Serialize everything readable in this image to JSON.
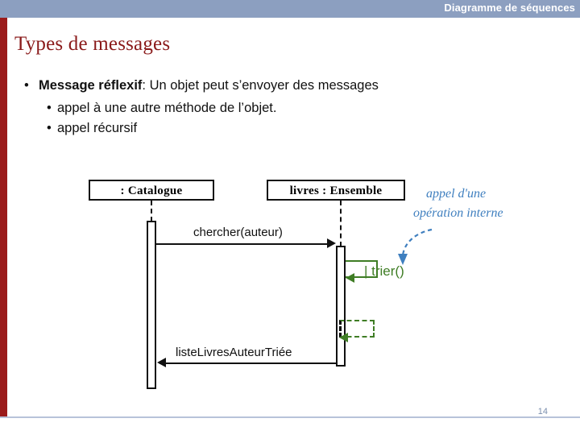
{
  "header": {
    "title": "Diagramme de séquences"
  },
  "slide": {
    "title": "Types de messages",
    "bullets": [
      {
        "level": 1,
        "marker": "•",
        "text_bold": "Message réflexif",
        "text": ": Un objet peut s’envoyer des messages"
      },
      {
        "level": 2,
        "marker": "•",
        "text": "appel à une autre méthode de l’objet."
      },
      {
        "level": 2,
        "marker": "•",
        "text": "appel récursif"
      }
    ]
  },
  "diagram": {
    "lifelines": [
      {
        "id": "catalogue",
        "label": ": Catalogue"
      },
      {
        "id": "livres",
        "label": "livres : Ensemble"
      }
    ],
    "messages": [
      {
        "id": "chercher",
        "label": "chercher(auteur)",
        "direction": "right"
      },
      {
        "id": "trier",
        "label": "trier()",
        "direction": "self",
        "color": "#3f7d25"
      },
      {
        "id": "retour-interne",
        "label": "",
        "direction": "self-return",
        "color": "#3f7d25"
      },
      {
        "id": "liste",
        "label": "listeLivresAuteurTriée",
        "direction": "left"
      }
    ],
    "annotation": {
      "line1": "appel d'une",
      "line2": "opération interne",
      "color": "#3f7fbf"
    }
  },
  "footer": {
    "page_number": "14"
  },
  "colors": {
    "header_band": "#8c9fc0",
    "left_bar": "#9b1b1b",
    "title": "#8a1a1a",
    "green": "#3f7d25",
    "blue": "#3f7fbf"
  }
}
